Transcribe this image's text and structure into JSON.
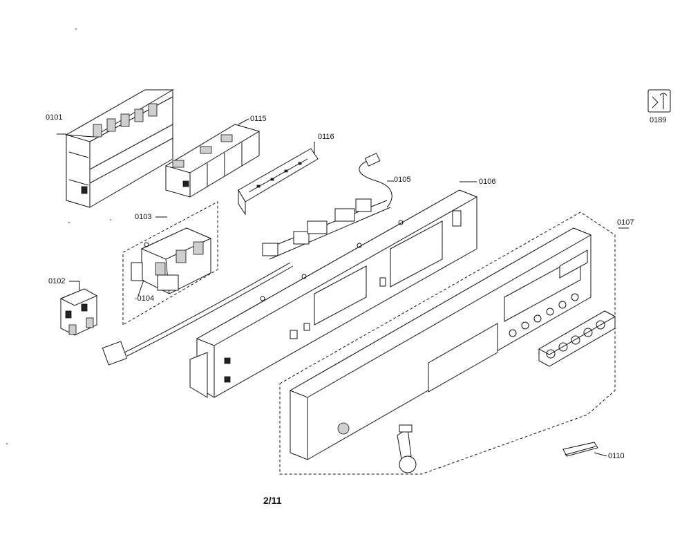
{
  "diagram": {
    "page_number": "2/11",
    "labels": {
      "p0101": "0101",
      "p0102": "0102",
      "p0103": "0103",
      "p0104": "-0104",
      "p0105": "0105",
      "p0106": "0106",
      "p0107": "0107",
      "p0110": "0110",
      "p0115": "0115",
      "p0116": "0116",
      "p0189": "0189"
    }
  }
}
